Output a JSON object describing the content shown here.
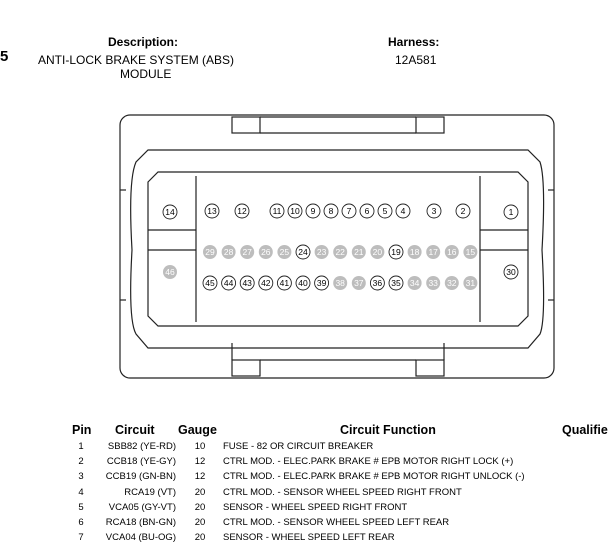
{
  "header": {
    "section_number": "5",
    "description_heading": "Description:",
    "description_line1": "ANTI-LOCK BRAKE SYSTEM (ABS)",
    "description_line2": "MODULE",
    "harness_heading": "Harness:",
    "harness_value": "12A581"
  },
  "connector": {
    "left_pin": "14",
    "right_pin": "1",
    "top_row": [
      "13",
      "12",
      "11",
      "10",
      "9",
      "8",
      "7",
      "6",
      "5",
      "4",
      "3",
      "2"
    ],
    "middle_row": [
      "29",
      "28",
      "27",
      "26",
      "25",
      "24",
      "23",
      "22",
      "21",
      "20",
      "19",
      "18",
      "17",
      "16",
      "15"
    ],
    "bottom_left_pin": "46",
    "bottom_right_pin": "30",
    "bottom_row": [
      "45",
      "44",
      "43",
      "42",
      "41",
      "40",
      "39",
      "38",
      "37",
      "36",
      "35",
      "34",
      "33",
      "32",
      "31"
    ],
    "colors": {
      "line": "#222222",
      "grey_pin": "#bdbdbd"
    }
  },
  "table": {
    "headers": {
      "pin": "Pin",
      "circuit": "Circuit",
      "gauge": "Gauge",
      "function": "Circuit Function",
      "qualifier": "Qualifie"
    },
    "rows": [
      {
        "pin": "1",
        "circuit": "SBB82 (YE-RD)",
        "gauge": "10",
        "function": "FUSE - 82 OR CIRCUIT BREAKER"
      },
      {
        "pin": "2",
        "circuit": "CCB18 (YE-GY)",
        "gauge": "12",
        "function": "CTRL MOD. - ELEC.PARK BRAKE # EPB MOTOR RIGHT LOCK (+)"
      },
      {
        "pin": "3",
        "circuit": "CCB19 (GN-BN)",
        "gauge": "12",
        "function": "CTRL MOD. - ELEC.PARK BRAKE # EPB MOTOR RIGHT UNLOCK (-)"
      },
      {
        "pin": "4",
        "circuit": "RCA19 (VT)",
        "gauge": "20",
        "function": "CTRL MOD. - SENSOR WHEEL SPEED RIGHT FRONT"
      },
      {
        "pin": "5",
        "circuit": "VCA05 (GY-VT)",
        "gauge": "20",
        "function": "SENSOR - WHEEL SPEED RIGHT FRONT"
      },
      {
        "pin": "6",
        "circuit": "RCA18 (BN-GN)",
        "gauge": "20",
        "function": "CTRL MOD. - SENSOR WHEEL SPEED LEFT REAR"
      },
      {
        "pin": "7",
        "circuit": "VCA04 (BU-OG)",
        "gauge": "20",
        "function": "SENSOR - WHEEL SPEED LEFT REAR"
      }
    ]
  }
}
